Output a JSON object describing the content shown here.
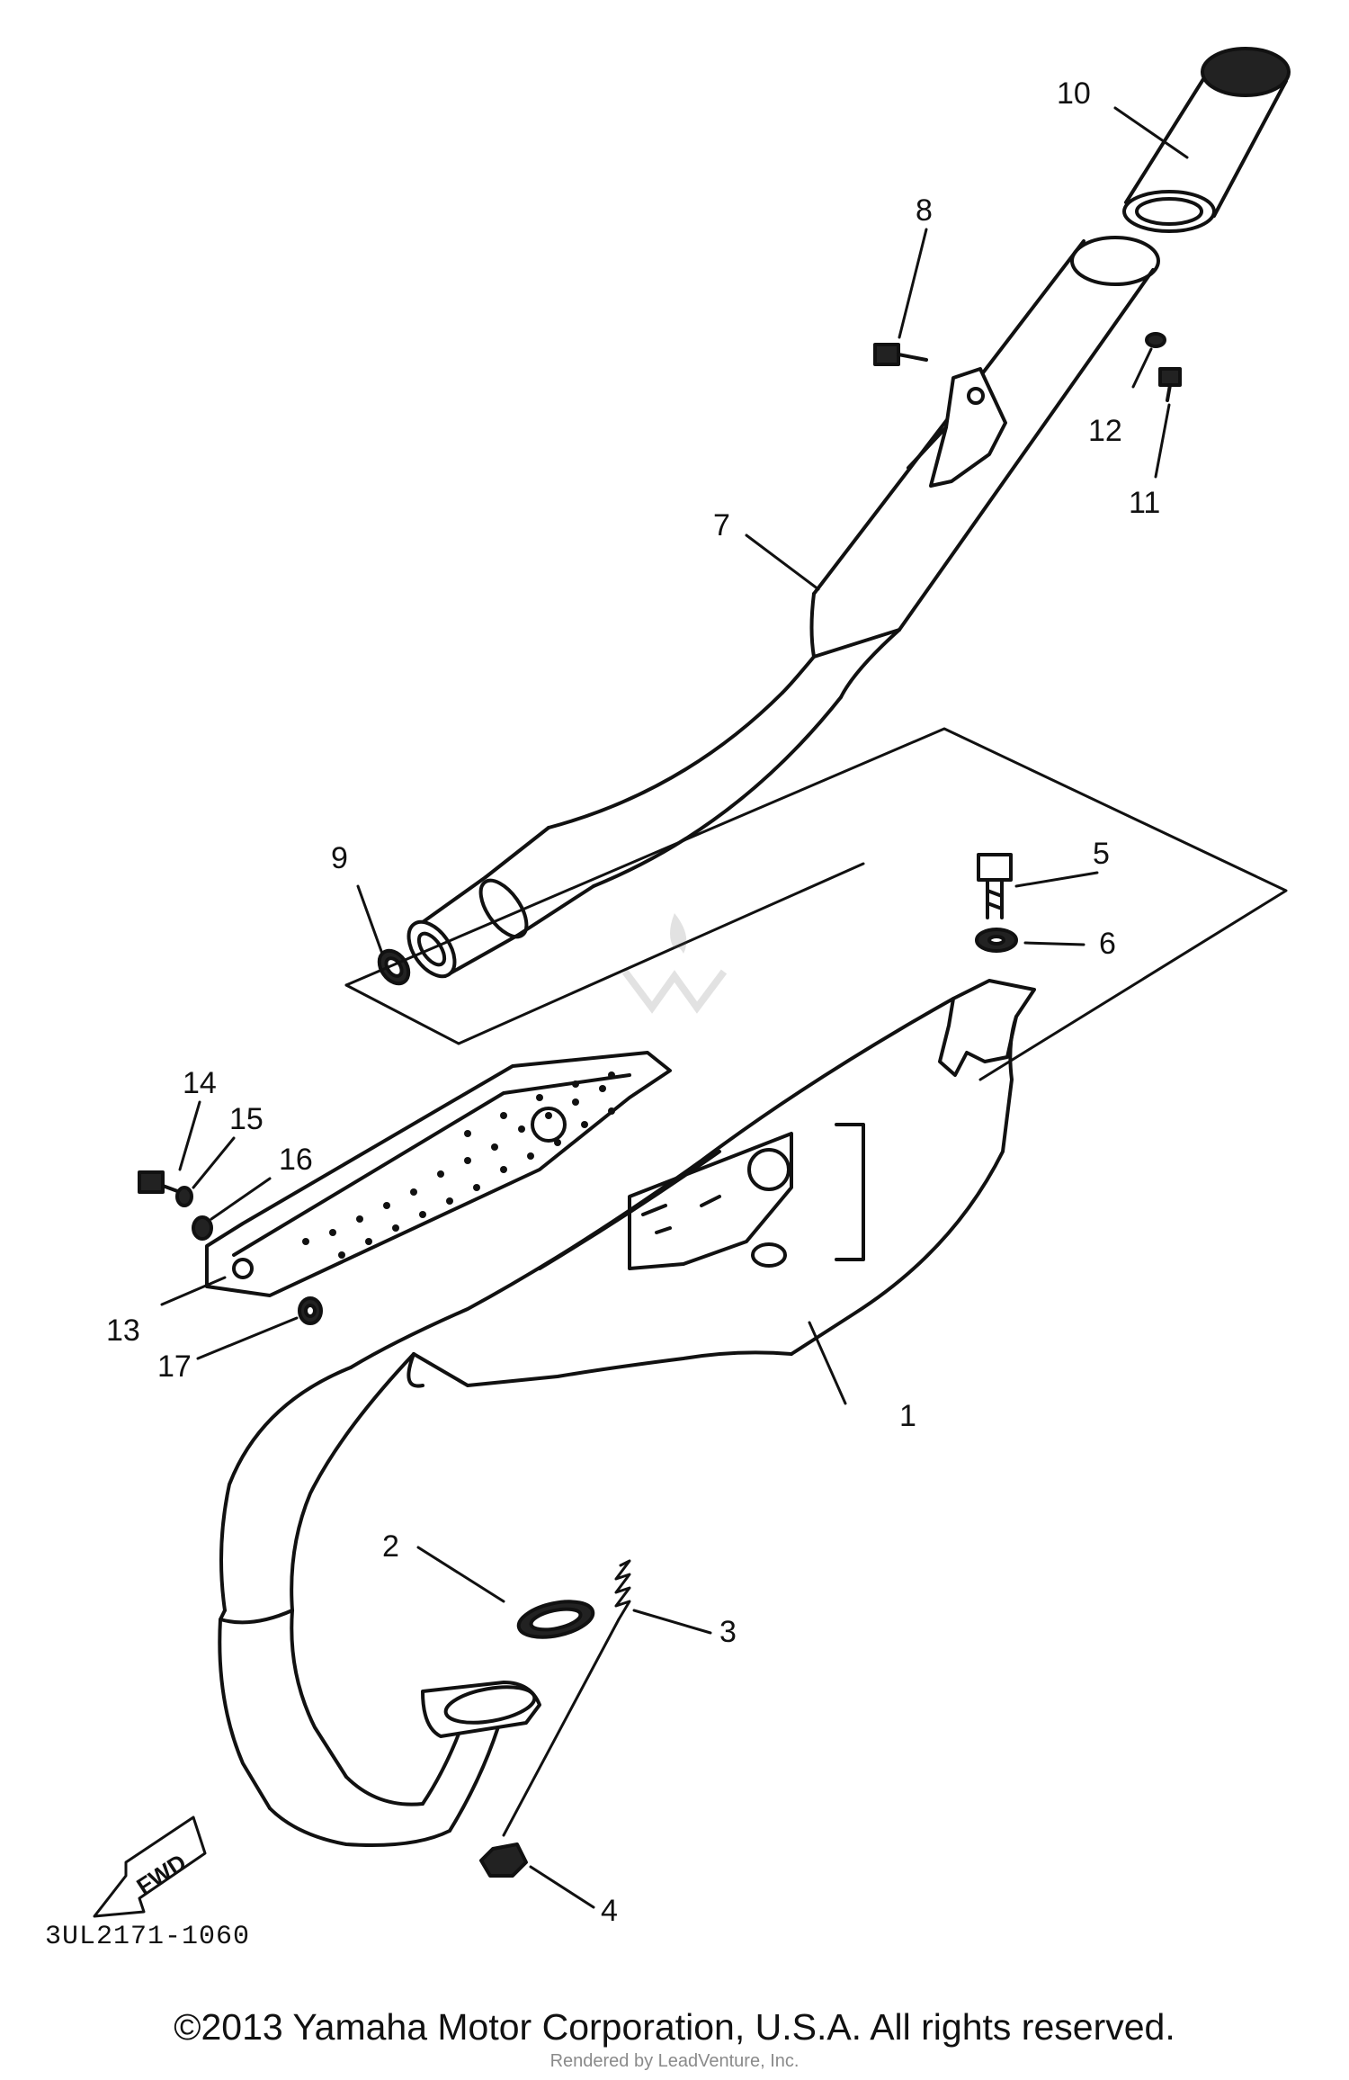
{
  "diagram": {
    "figure_code": "3UL2171-1060",
    "direction_label": "FWD",
    "callouts": [
      "1",
      "2",
      "3",
      "4",
      "5",
      "6",
      "7",
      "8",
      "9",
      "10",
      "11",
      "12",
      "13",
      "14",
      "15",
      "16",
      "17"
    ]
  },
  "footer": {
    "copyright": "©2013 Yamaha Motor Corporation, U.S.A. All rights reserved.",
    "watermark": "Rendered by LeadVenture, Inc."
  },
  "colors": {
    "line": "#111111",
    "background": "#ffffff",
    "watermark": "#8a8a8a"
  }
}
